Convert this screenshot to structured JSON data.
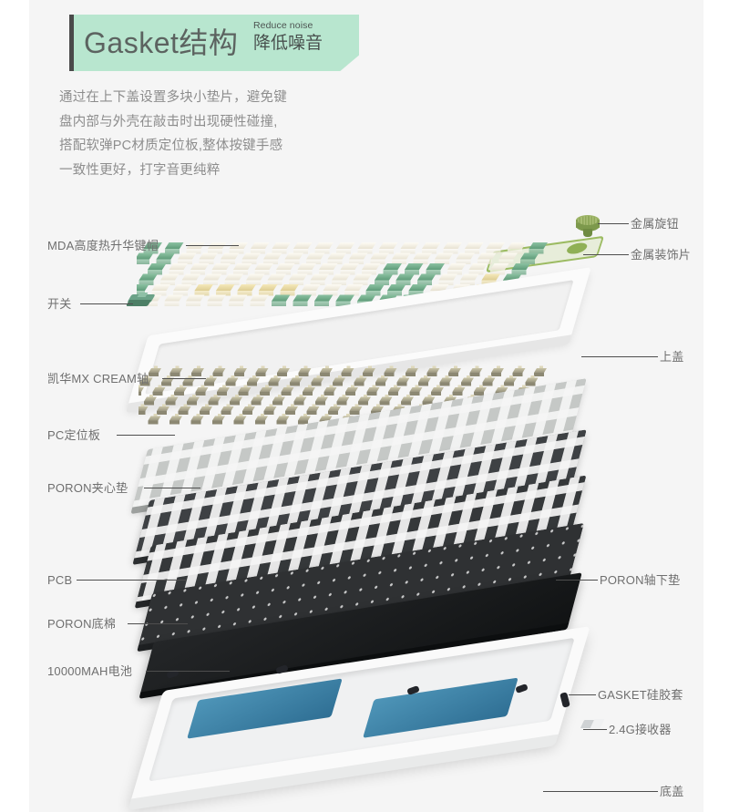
{
  "header": {
    "badge_main": "Gasket结构",
    "badge_sub_en": "Reduce noise",
    "badge_sub_cn": "降低噪音",
    "badge_bg": "#b8e6cf",
    "badge_bar_color": "#4a4a4a",
    "badge_text_color": "#5c6360"
  },
  "description": {
    "line1": "通过在上下盖设置多块小垫片，避免键",
    "line2": "盘内部与外壳在敲击时出现硬性碰撞,",
    "line3": "搭配软弹PC材质定位板,整体按键手感",
    "line4": "一致性更好，打字音更纯粹",
    "color": "#8d8d8d"
  },
  "labels_left": {
    "keycaps": "MDA高度热升华键帽",
    "switch": "开关",
    "kailh_switch": "凯华MX CREAM轴",
    "pc_plate": "PC定位板",
    "poron_sandwich": "PORON夹心垫",
    "pcb": "PCB",
    "poron_bottom": "PORON底棉",
    "battery": "10000MAH电池"
  },
  "labels_right": {
    "metal_knob": "金属旋钮",
    "metal_decor": "金属装饰片",
    "top_case": "上盖",
    "poron_switch_pad": "PORON轴下垫",
    "gasket_silicone": "GASKET硅胶套",
    "receiver": "2.4G接收器",
    "bottom_case": "底盖"
  },
  "palette": {
    "background": "#f5f5f5",
    "page_white": "#ffffff",
    "keycap_white": "#f6f3ea",
    "keycap_green": "#76b48f",
    "keycap_yellow": "#efe1ab",
    "switch_cream": "#b3ae92",
    "plate_gray": "#c8cbc9",
    "poron_dark": "#3a3c3e",
    "pcb_black": "#2b2d2f",
    "case_white": "#fdfdfd",
    "battery_blue": "#3f87ad",
    "knob_olive": "#8fa85a",
    "leader_line": "#4e4e4e",
    "label_text": "#6f6f6f"
  }
}
